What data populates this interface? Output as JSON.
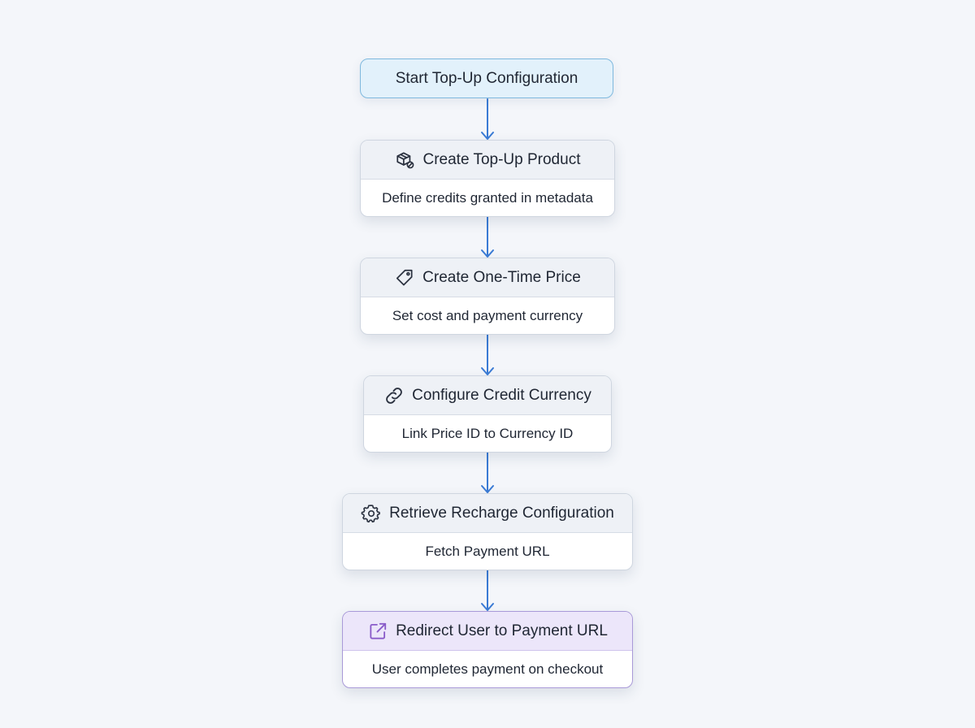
{
  "start": {
    "label": "Start Top-Up Configuration"
  },
  "steps": [
    {
      "title": "Create Top-Up Product",
      "description": "Define credits granted in metadata",
      "icon": "package-icon"
    },
    {
      "title": "Create One-Time Price",
      "description": "Set cost and payment currency",
      "icon": "tag-icon"
    },
    {
      "title": "Configure Credit Currency",
      "description": "Link Price ID to Currency ID",
      "icon": "link-icon"
    },
    {
      "title": "Retrieve Recharge Configuration",
      "description": "Fetch Payment URL",
      "icon": "gear-icon"
    },
    {
      "title": "Redirect User to Payment URL",
      "description": "User completes payment on checkout",
      "icon": "external-link-icon"
    }
  ],
  "colors": {
    "arrow": "#3a7bd5",
    "start_fill": "#e2f1fb",
    "start_border": "#7fb9de",
    "final_accent": "#8a5cc9"
  }
}
